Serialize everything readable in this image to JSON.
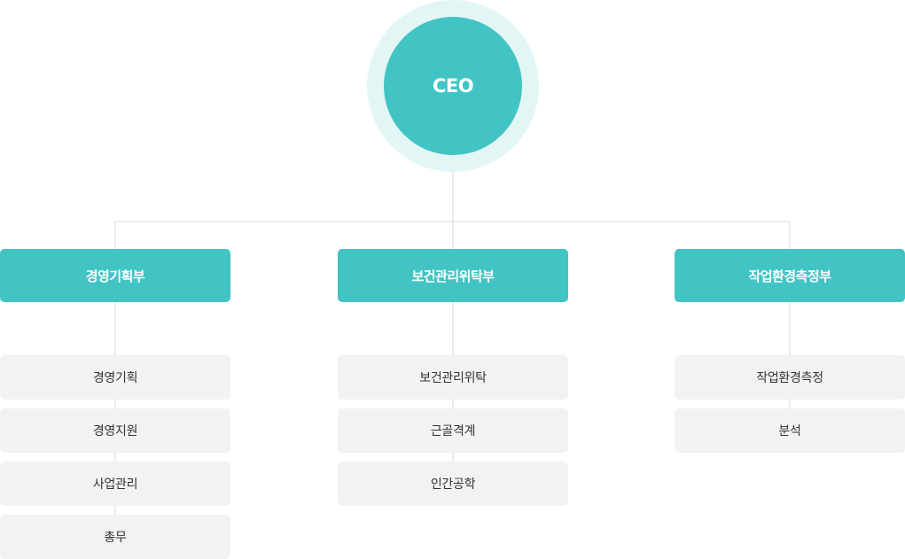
{
  "ceo": {
    "label": "CEO"
  },
  "departments": [
    {
      "label": "경영기획부",
      "teams": [
        "경영기획",
        "경영지원",
        "사업관리",
        "총무"
      ]
    },
    {
      "label": "보건관리위탁부",
      "teams": [
        "보건관리위탁",
        "근골격계",
        "인간공학"
      ]
    },
    {
      "label": "작업환경측정부",
      "teams": [
        "작업환경측정",
        "분석"
      ]
    }
  ],
  "colors": {
    "primary": "#43c4c4",
    "halo": "#e3f6f6",
    "connector": "#e8ecee",
    "team_bg": "#f2f2f2",
    "team_text": "#333333"
  }
}
